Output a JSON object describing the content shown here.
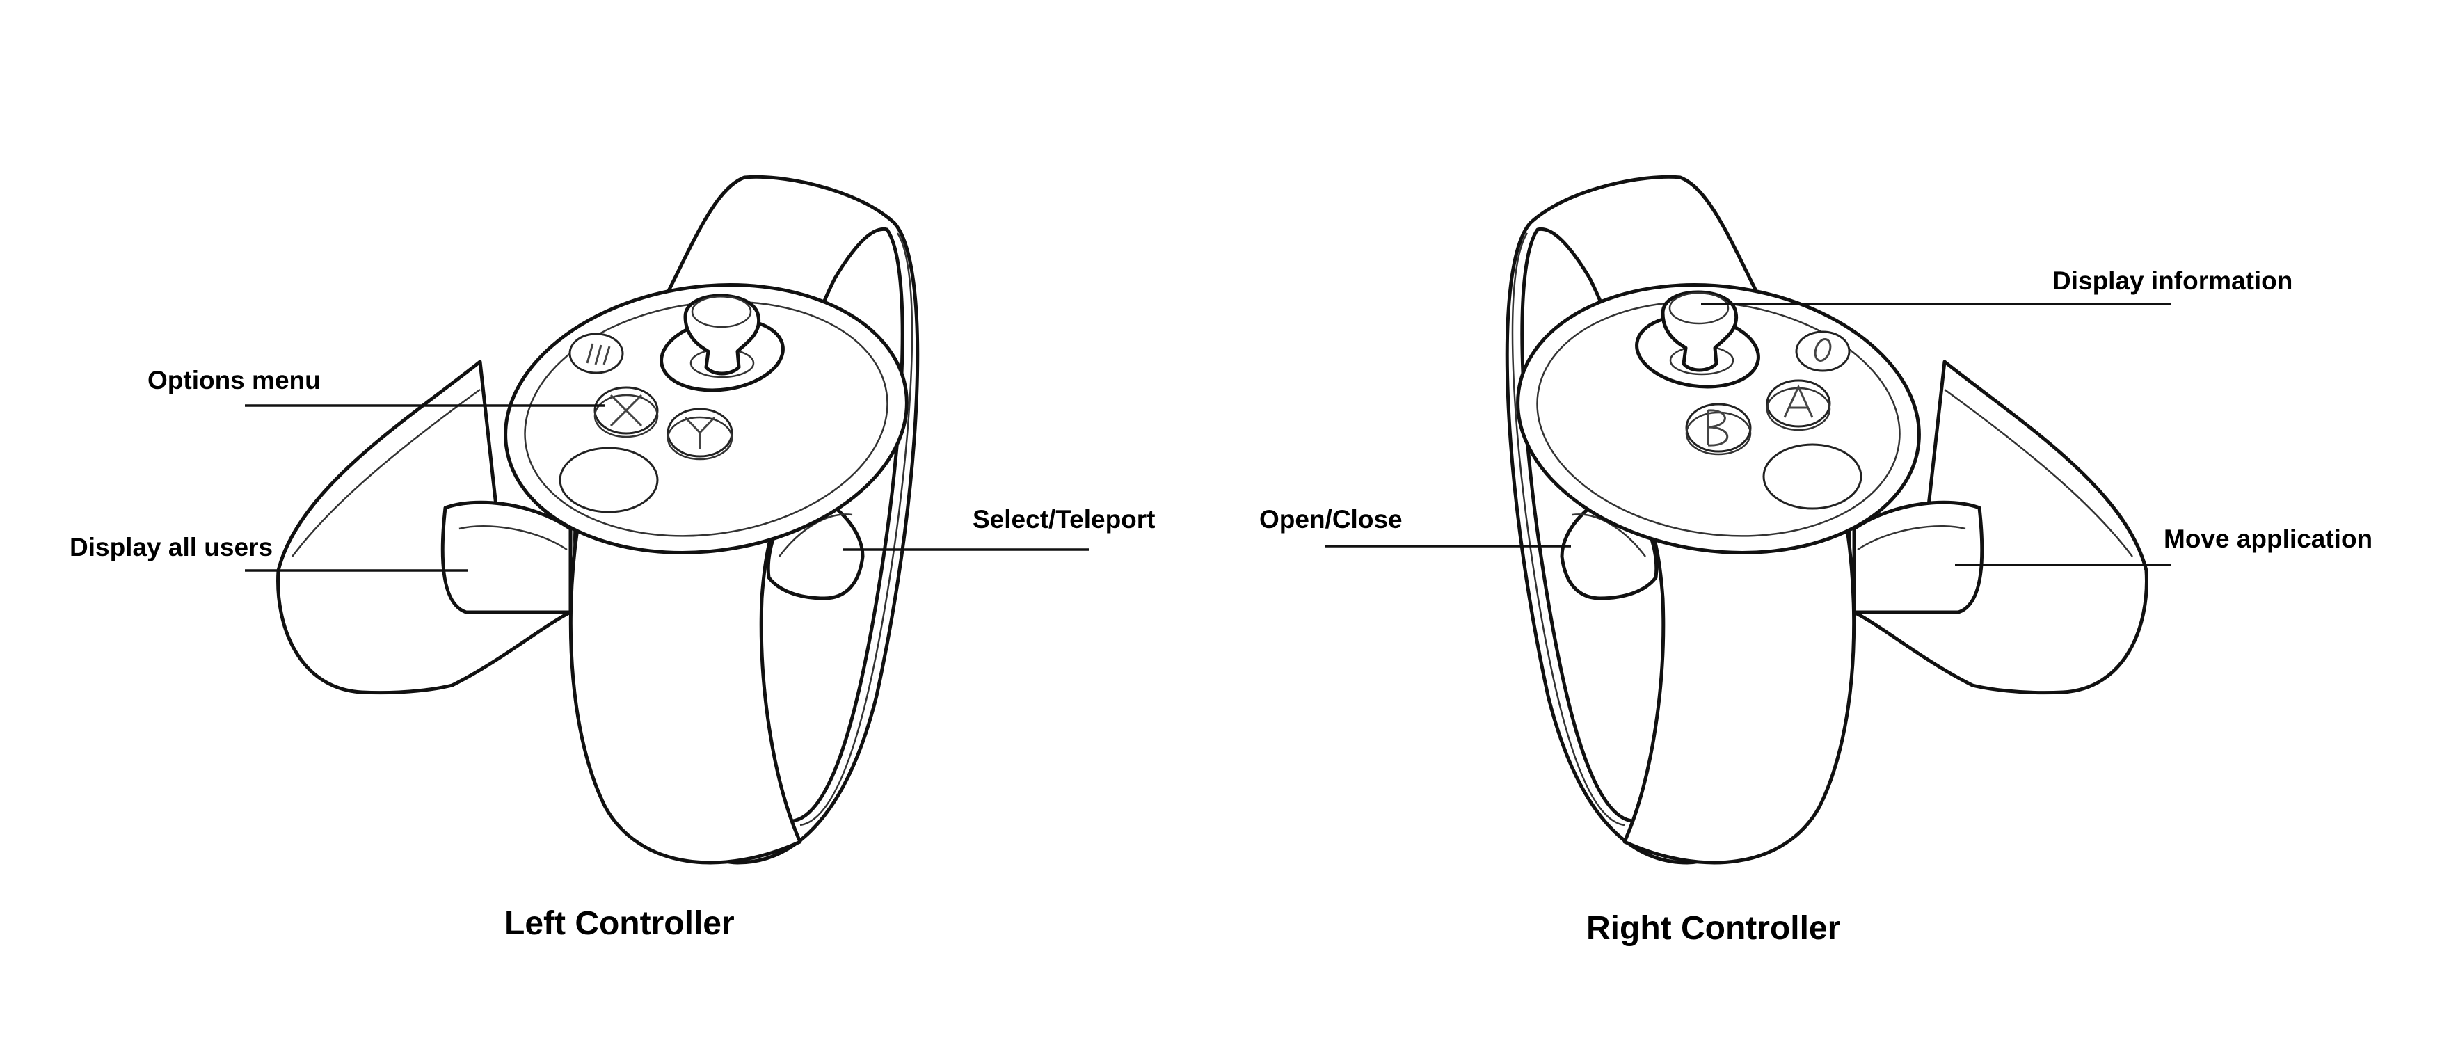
{
  "left_controller": {
    "caption": "Left Controller",
    "labels": {
      "options_menu": "Options menu",
      "display_all_users": "Display all users",
      "select_teleport": "Select/Teleport"
    },
    "button_glyphs": {
      "menu": "III",
      "x": "X",
      "y": "Y"
    }
  },
  "right_controller": {
    "caption": "Right Controller",
    "labels": {
      "display_information": "Display information",
      "open_close": "Open/Close",
      "move_application": "Move application"
    },
    "button_glyphs": {
      "oculus": "O",
      "a": "A",
      "b": "B"
    }
  },
  "colors": {
    "line": "#111111",
    "background": "#ffffff"
  }
}
